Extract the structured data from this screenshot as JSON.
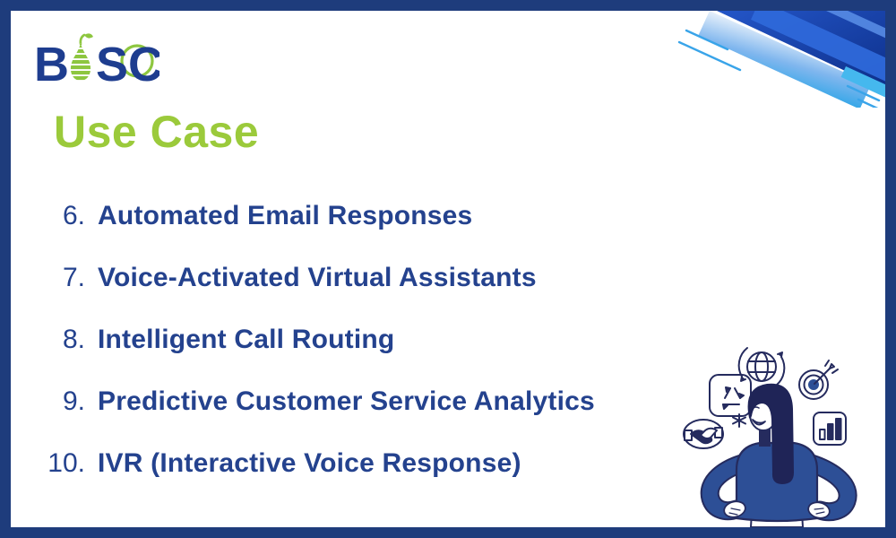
{
  "logo": {
    "text_b": "B",
    "text_sc": "SC",
    "pear_icon": "pear-icon",
    "green": "#8dc63f",
    "navy": "#1e3d8f"
  },
  "title": "Use Case",
  "use_cases": {
    "items": [
      {
        "number": "6.",
        "label": "Automated Email Responses"
      },
      {
        "number": "7.",
        "label": "Voice-Activated Virtual Assistants"
      },
      {
        "number": "8.",
        "label": "Intelligent Call Routing"
      },
      {
        "number": "9.",
        "label": "Predictive Customer Service Analytics"
      },
      {
        "number": "10.",
        "label": "IVR (Interactive Voice Response)"
      }
    ]
  },
  "colors": {
    "accent_green": "#9bca3b",
    "navy_text": "#24428e",
    "border_navy": "#1e3c7c",
    "sweater_blue": "#2d4f96",
    "outline_navy": "#252b5e",
    "hair_navy": "#1f2457",
    "stripe_dark_blue": "#0d2f8a",
    "stripe_medium_blue": "#2e68d9",
    "stripe_cyan": "#41b5ec"
  },
  "illustration": {
    "figure": "woman-hands-on-hips",
    "icons": [
      "recycle-icon",
      "globe-icon",
      "target-icon",
      "bar-chart-icon",
      "handshake-icon",
      "sparkle-icon"
    ]
  }
}
